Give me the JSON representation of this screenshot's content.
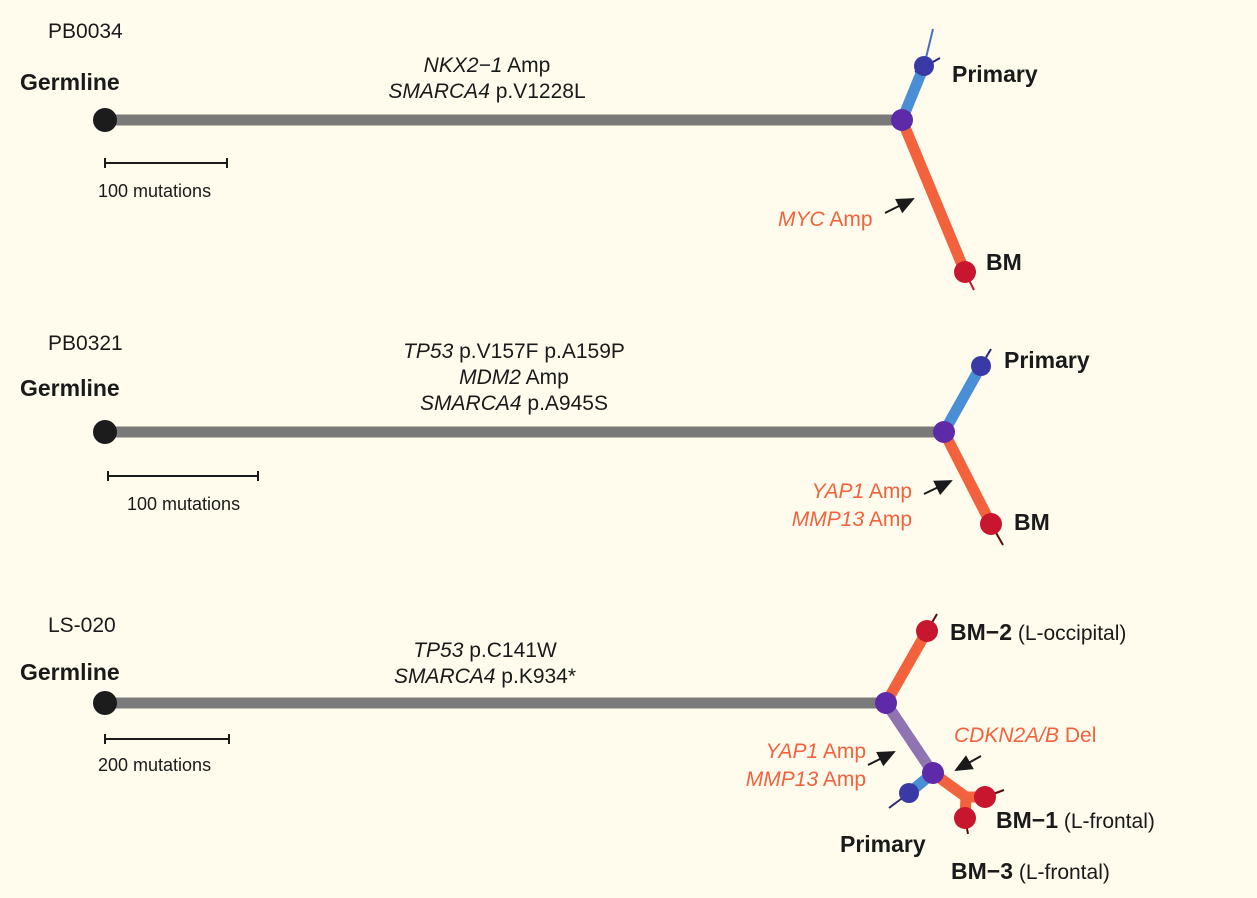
{
  "colors": {
    "background": "#fffcee",
    "trunk": "#7a7a7a",
    "germline_node": "#1c1c1c",
    "branch_node": "#5e2aa8",
    "primary_branch": "#4a8fd6",
    "primary_node": "#3a3aa6",
    "bm_branch": "#f2623d",
    "bm_node": "#c8162e",
    "mixed_branch": "#8f74b2",
    "highlight_text": "#f2623d"
  },
  "panels": [
    {
      "id": "PB0034",
      "germline": "Germline",
      "scale_label": "100 mutations",
      "trunk_mutations": [
        {
          "gene": "NKX2−1",
          "change": " Amp"
        },
        {
          "gene": "SMARCA4",
          "change": " p.V1228L"
        }
      ],
      "primary_label": "Primary",
      "bm_label": "BM",
      "bm_annotations": [
        {
          "gene": "MYC",
          "change": " Amp"
        }
      ]
    },
    {
      "id": "PB0321",
      "germline": "Germline",
      "scale_label": "100 mutations",
      "trunk_mutations": [
        {
          "gene": "TP53",
          "change": " p.V157F p.A159P"
        },
        {
          "gene": "MDM2",
          "change": " Amp"
        },
        {
          "gene": "SMARCA4",
          "change": " p.A945S"
        }
      ],
      "primary_label": "Primary",
      "bm_label": "BM",
      "bm_annotations": [
        {
          "gene": "YAP1",
          "change": " Amp"
        },
        {
          "gene": "MMP13",
          "change": " Amp"
        }
      ]
    },
    {
      "id": "LS-020",
      "germline": "Germline",
      "scale_label": "200 mutations",
      "trunk_mutations": [
        {
          "gene": "TP53",
          "change": " p.C141W"
        },
        {
          "gene": "SMARCA4",
          "change": " p.K934*"
        }
      ],
      "mixed_annotations": [
        {
          "gene": "YAP1",
          "change": " Amp"
        },
        {
          "gene": "MMP13",
          "change": " Amp"
        }
      ],
      "subclone_annotation": {
        "gene": "CDKN2A/B",
        "change": " Del"
      },
      "bm2_label": {
        "name": "BM−2",
        "site": " (L-occipital)"
      },
      "bm1_label": {
        "name": "BM−1",
        "site": " (L-frontal)"
      },
      "bm3_label": {
        "name": "BM−3",
        "site": " (L-frontal)"
      },
      "primary_label": "Primary"
    }
  ]
}
